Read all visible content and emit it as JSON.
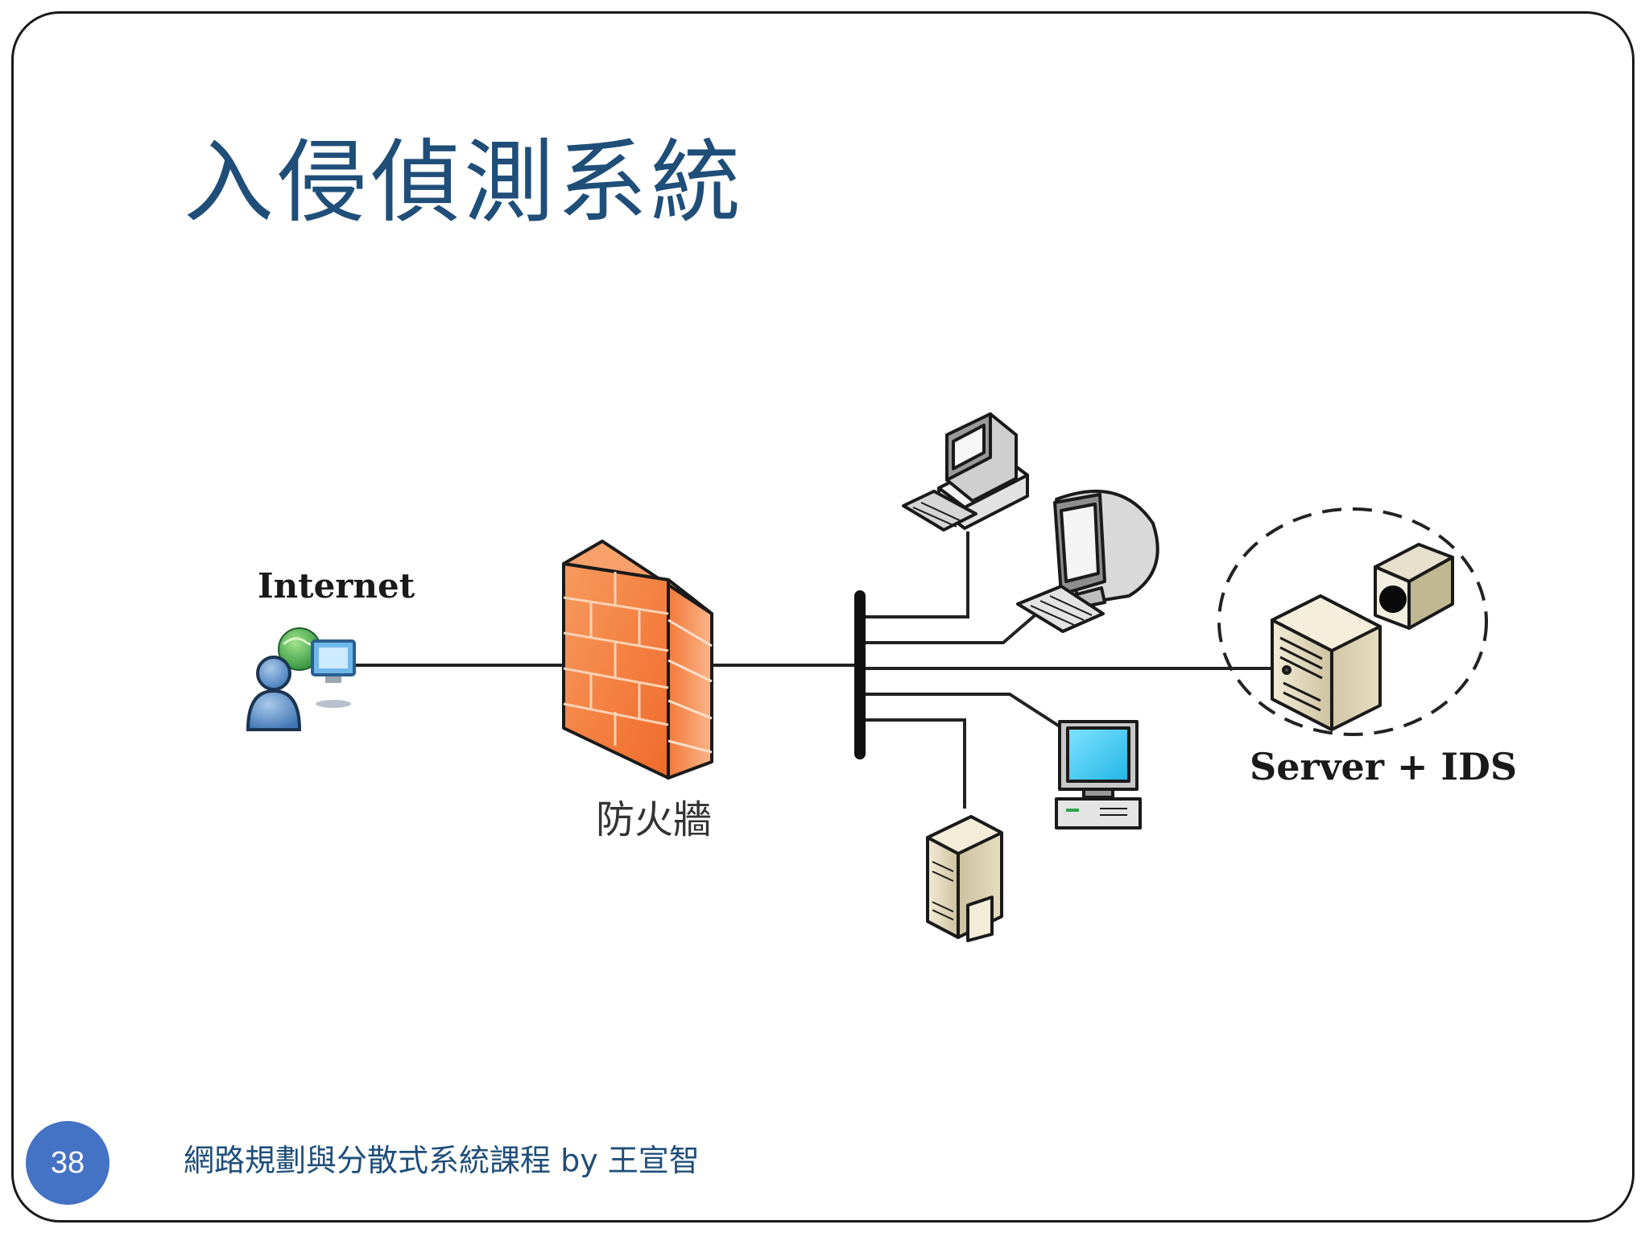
{
  "slide": {
    "title": "入侵偵測系統",
    "page_number": "38",
    "footer": "網路規劃與分散式系統課程  by 王宣智"
  },
  "diagram": {
    "labels": {
      "internet": "Internet",
      "firewall": "防火牆",
      "server_ids": "Server + IDS"
    },
    "nodes": [
      "internet-user-icon",
      "firewall-icon",
      "network-backbone",
      "desktop-pc-icon",
      "imac-icon",
      "crt-monitor-pc-icon",
      "file-server-icon",
      "ids-server-icon",
      "ids-camera-icon"
    ]
  },
  "colors": {
    "title": "#1f4e79",
    "badge": "#4472c4",
    "firewall": "#f5793a",
    "monitor_screen": "#3ec6f0",
    "line": "#222222"
  }
}
